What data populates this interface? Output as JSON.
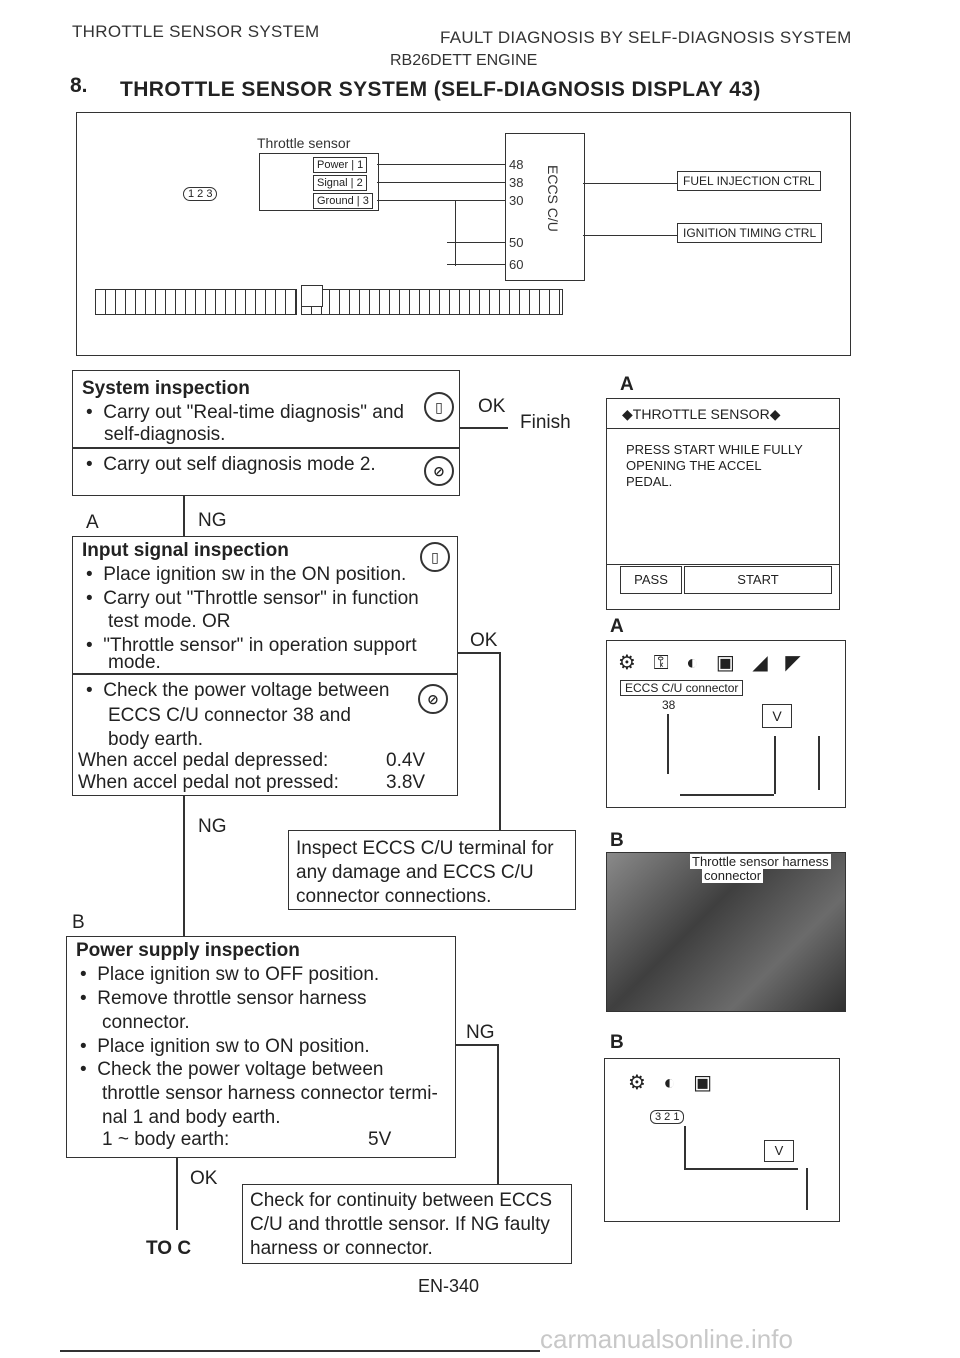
{
  "header": {
    "left": "THROTTLE SENSOR SYSTEM",
    "right": "FAULT DIAGNOSIS BY SELF-DIAGNOSIS SYSTEM",
    "engine": "RB26DETT ENGINE",
    "section_num": "8.",
    "section_title": "THROTTLE SENSOR SYSTEM (SELF-DIAGNOSIS DISPLAY 43)"
  },
  "diagram": {
    "sensor_title": "Throttle sensor",
    "pins": [
      {
        "name": "Power",
        "num": "1"
      },
      {
        "name": "Signal",
        "num": "2"
      },
      {
        "name": "Ground",
        "num": "3"
      }
    ],
    "connector": "1 2 3",
    "terminals": [
      "48",
      "38",
      "30",
      "50",
      "60"
    ],
    "ecu": "ECCS C/U",
    "outputs": [
      "FUEL INJECTION CTRL",
      "IGNITION TIMING CTRL"
    ]
  },
  "flow": {
    "system_title": "System inspection",
    "system_b1a": "Carry out \"Real-time diagnosis\" and",
    "system_b1b": "self-diagnosis.",
    "system_b2": "Carry out self diagnosis mode 2.",
    "ok1": "OK",
    "finish": "Finish",
    "label_a": "A",
    "ng1": "NG",
    "input_title": "Input signal inspection",
    "input_b1": "Place ignition sw in the ON position.",
    "input_b2a": "Carry out \"Throttle sensor\" in function",
    "input_b2b": "test mode. OR",
    "input_b3a": "\"Throttle sensor\" in operation support",
    "input_b3b": "mode.",
    "ok2": "OK",
    "check_b1a": "Check the power voltage between",
    "check_b1b": "ECCS C/U connector 38 and",
    "check_b1c": "body earth.",
    "depressed_label": "When accel pedal depressed:",
    "depressed_val": "0.4V",
    "notpressed_label": "When accel pedal not pressed:",
    "notpressed_val": "3.8V",
    "ng2": "NG",
    "inspect_l1": "Inspect ECCS C/U terminal for",
    "inspect_l2": "any damage and ECCS C/U",
    "inspect_l3": "connector connections.",
    "label_b": "B",
    "power_title": "Power supply inspection",
    "power_b1": "Place ignition sw to OFF position.",
    "power_b2a": "Remove throttle sensor harness",
    "power_b2b": "connector.",
    "power_b3": "Place ignition sw to ON position.",
    "power_b4a": "Check the power voltage between",
    "power_b4b": "throttle sensor harness connector termi-",
    "power_b4c": "nal 1 and body earth.",
    "power_row_label": "1 ~ body earth:",
    "power_row_val": "5V",
    "ng3": "NG",
    "ok3": "OK",
    "continuity_l1": "Check for continuity between ECCS",
    "continuity_l2": "C/U and throttle sensor. If NG faulty",
    "continuity_l3": "harness or connector.",
    "to_c": "TO C"
  },
  "panels": {
    "a1_label": "A",
    "screen_title": "THROTTLE SENSOR",
    "screen_l1": "PRESS START WHILE FULLY",
    "screen_l2": "OPENING THE ACCEL",
    "screen_l3": "PEDAL.",
    "btn_pass": "PASS",
    "btn_start": "START",
    "a2_label": "A",
    "ecu_conn": "ECCS C/U connector",
    "term38": "38",
    "volt": "V",
    "b1_label": "B",
    "photo_caption_l1": "Throttle sensor harness",
    "photo_caption_l2": "connector",
    "b2_label": "B",
    "conn_nums": "3 2 1",
    "volt2": "V"
  },
  "footer": {
    "page": "EN-340",
    "watermark": "carmanualsonline.info"
  }
}
